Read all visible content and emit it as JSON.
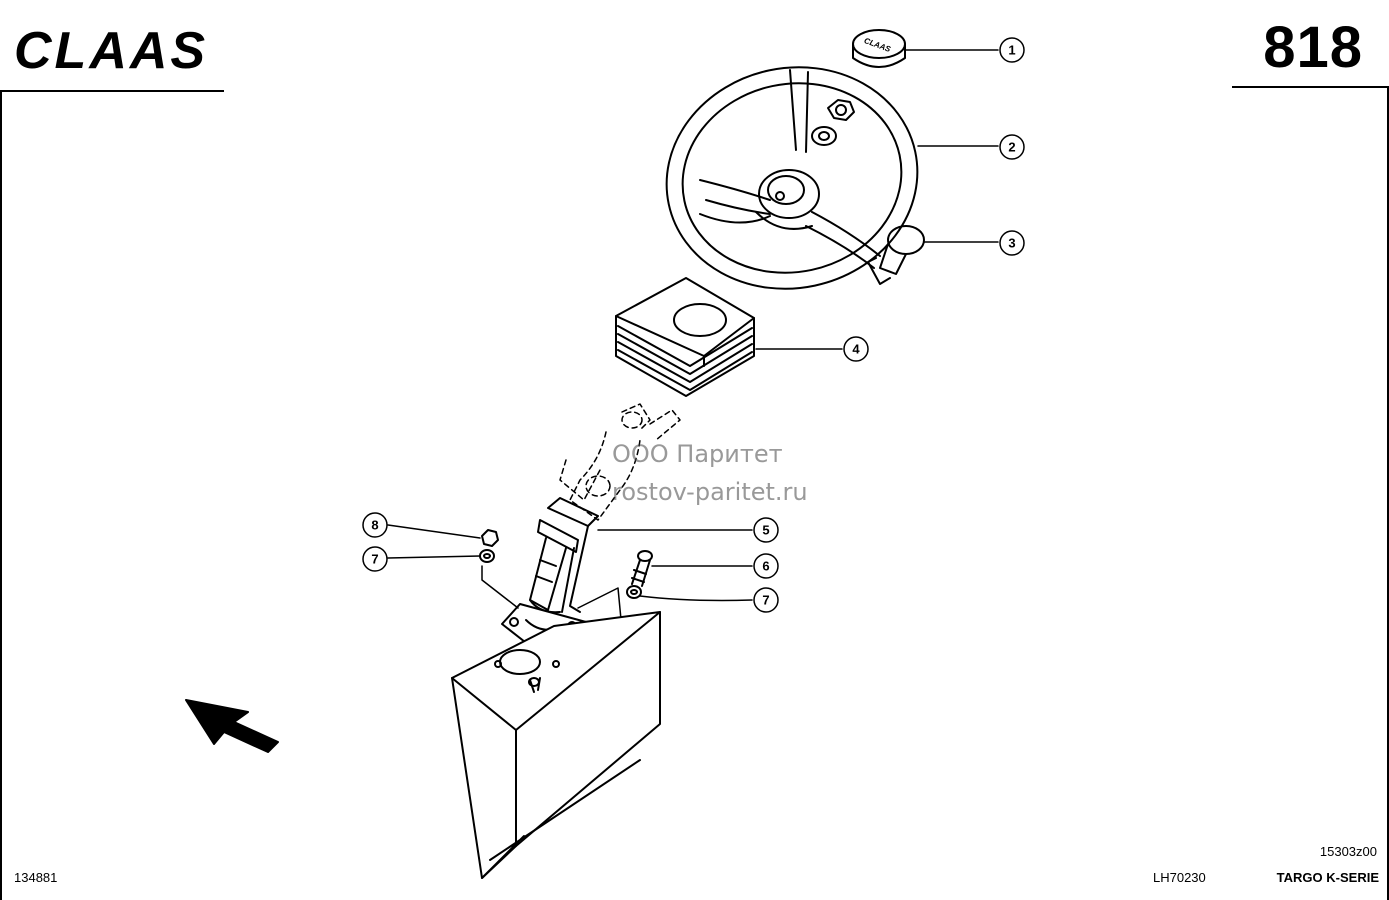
{
  "header": {
    "brand": "CLAAS",
    "page_number": "818"
  },
  "watermark": {
    "line1": "ООО Паритет",
    "line2": "rostov-paritet.ru"
  },
  "callouts": [
    "1",
    "2",
    "3",
    "4",
    "5",
    "6",
    "7",
    "7",
    "8"
  ],
  "footer": {
    "drawing_code": "15303z00",
    "doc_id": "134881",
    "ref_code": "LH70230",
    "series": "TARGO K-SERIE"
  },
  "colors": {
    "ink": "#000000",
    "paper": "#ffffff",
    "watermark": "#464646"
  },
  "icons": [
    "claas-logo-icon",
    "direction-arrow-icon"
  ]
}
